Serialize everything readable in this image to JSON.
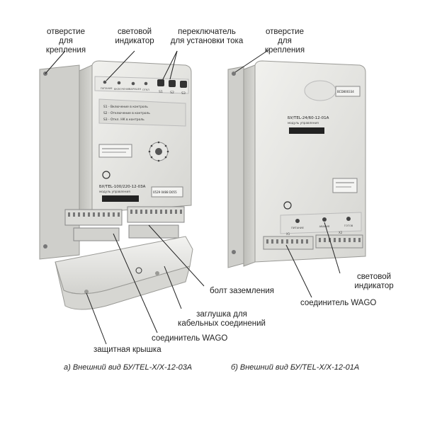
{
  "callouts": {
    "mount_hole_left": "отверстие\nдля крепления",
    "light_indicator_top": "световой\nиндикатор",
    "current_switch": "переключатель\nдля установки тока",
    "mount_hole_right": "отверстие\nдля крепления",
    "light_indicator_right": "световой\nиндикатор",
    "ground_bolt": "болт заземления",
    "wago_right": "соединитель WAGO",
    "cable_plug": "заглушка для\nкабельных соединений",
    "wago_left": "соединитель WAGO",
    "cover": "защитная крышка"
  },
  "captions": {
    "a": "а) Внешний вид БУ/TEL-X/X-12-03A",
    "b": "б) Внешний вид БУ/TEL-X/X-12-01A"
  },
  "device_a": {
    "model": "БУ/TEL-100/220-12-03А",
    "module": "модуль управления",
    "serial": "0529 0488 D055",
    "line1": "S1 - Включение в контроль",
    "line2": "S2 - Отключение в контроль",
    "line3": "S3 - Откл. НК в контроль",
    "leds": [
      "ПИТАНИЕ",
      "ВКЛЮЧЕНИЕ",
      "НАРУШЕН",
      "ОТКЛ"
    ],
    "sw": [
      "S1",
      "S2",
      "S3"
    ]
  },
  "device_b": {
    "model": "БУ/TEL-24/60-12-01А",
    "module": "модуль управления",
    "serial": "BCD800334",
    "leds": [
      "ПИТАНИЕ",
      "АВАРИЯ",
      "ГОТОВ"
    ],
    "terminals": [
      "X1",
      "X2"
    ]
  },
  "colors": {
    "body": "#e6e6e3",
    "body_shadow": "#c9c9c5",
    "terminal": "#d9d9d6",
    "ink": "#222222"
  }
}
